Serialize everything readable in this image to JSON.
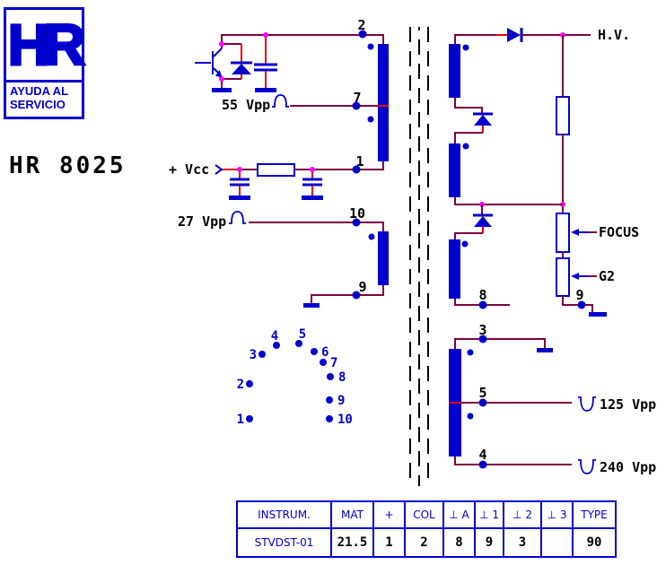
{
  "logo": {
    "brand": "HR",
    "tagline_line1": "AYUDA AL",
    "tagline_line2": "SERVICIO"
  },
  "model": "HR 8025",
  "schematic": {
    "labels": {
      "vcc": "+ Vcc",
      "vpp55": "55 Vpp",
      "vpp27": "27 Vpp",
      "hv": "H.V.",
      "focus": "FOCUS",
      "g2": "G2",
      "vpp125": "125 Vpp",
      "vpp240": "240 Vpp"
    },
    "pins": {
      "p2": "2",
      "p7": "7",
      "p1": "1",
      "p10": "10",
      "p9_left": "9",
      "p8": "8",
      "p9_right": "9",
      "p3": "3",
      "p5": "5",
      "p4": "4"
    }
  },
  "pinout": {
    "pins": [
      "1",
      "2",
      "3",
      "4",
      "5",
      "6",
      "7",
      "8",
      "9",
      "10"
    ]
  },
  "table": {
    "headers": [
      "INSTRUM.",
      "MAT",
      "+",
      "COL",
      "⊥ A",
      "⊥ 1",
      "⊥ 2",
      "⊥ 3",
      "TYPE"
    ],
    "values": [
      "STVDST-01",
      "21.5",
      "1",
      "2",
      "8",
      "9",
      "3",
      "",
      "90"
    ]
  },
  "colors": {
    "component_blue": "#0000CC",
    "wire_maroon": "#800040",
    "hot_red": "#E80000",
    "junction_magenta": "#FF00FF",
    "text_black": "#000000"
  }
}
